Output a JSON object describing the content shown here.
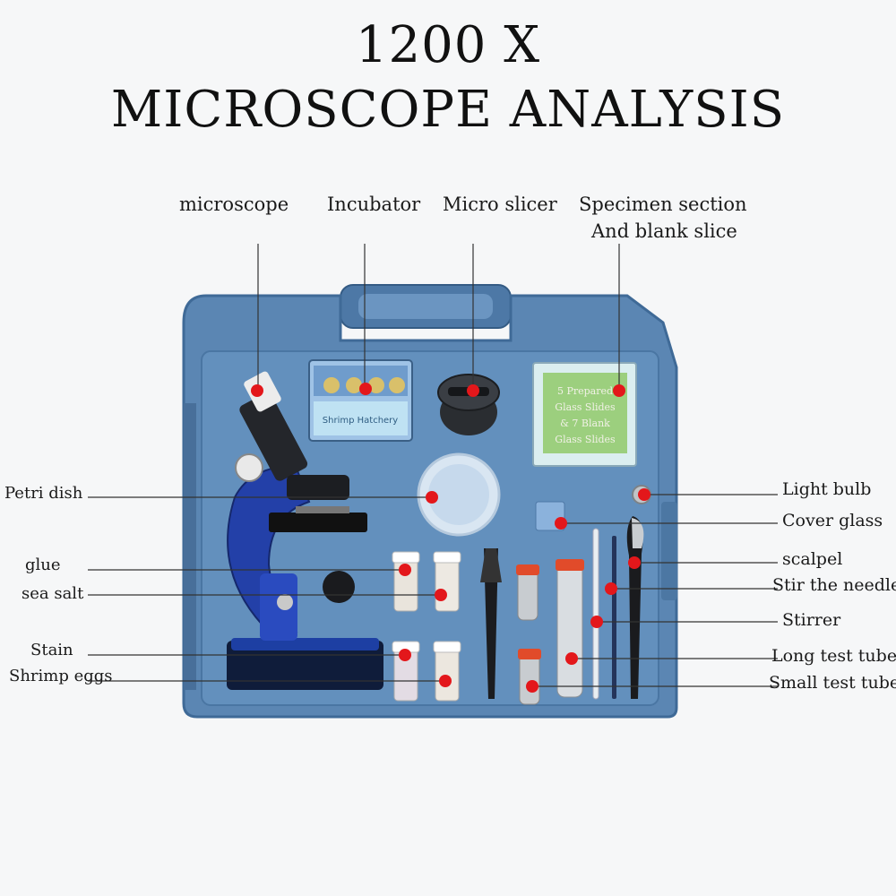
{
  "title": {
    "line1": "1200 X",
    "line2": "MICROSCOPE ANALYSIS"
  },
  "top_labels": {
    "microscope": "microscope",
    "incubator": "Incubator",
    "micro_slicer": "Micro slicer",
    "specimen_line1": "Specimen section",
    "specimen_line2": "And blank slice"
  },
  "left_labels": {
    "petri_dish": "Petri dish",
    "glue": "glue",
    "sea_salt": "sea salt",
    "stain": "Stain",
    "shrimp_eggs": "Shrimp eggs"
  },
  "right_labels": {
    "light_bulb": "Light bulb",
    "cover_glass": "Cover glass",
    "scalpel": "scalpel",
    "stir_needle": "Stir the needle",
    "stirrer": "Stirrer",
    "long_test_tube": "Long test tube",
    "small_test_tube": "Small test tube"
  },
  "case_text": {
    "incubator_label": "Shrimp Hatchery",
    "slides_line1": "5 Prepared",
    "slides_line2": "Glass Slides",
    "slides_line3": "& 7 Blank",
    "slides_line4": "Glass Slides"
  },
  "colors": {
    "case": "#5b86b3",
    "case_dark": "#3f6a97",
    "marker": "#e3171b",
    "leader_line": "#333333"
  }
}
